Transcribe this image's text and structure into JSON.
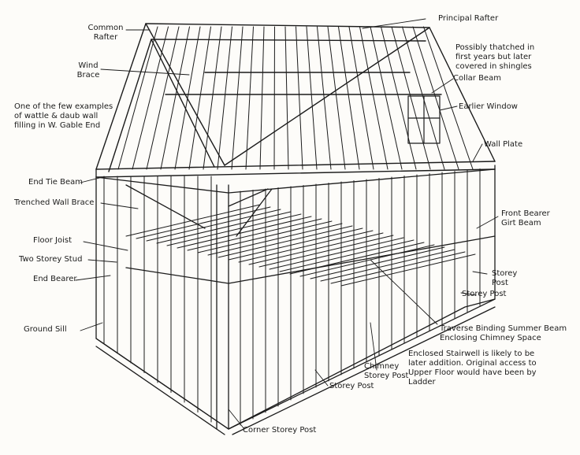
{
  "labels": {
    "principal_rafter": "Principal Rafter",
    "common_rafter": "Common\nRafter",
    "wind_brace": "Wind\nBrace",
    "thatch_note": "Possibly thatched in\nfirst years but later\ncovered in shingles",
    "collar_beam": "Collar Beam",
    "wattle_note": "One of the few examples\nof wattle & daub wall\nfilling in W. Gable End",
    "earlier_window": "Earlier Window",
    "wall_plate": "Wall Plate",
    "end_tie_beam": "End Tie Beam",
    "trenched_wall_brace": "Trenched Wall Brace",
    "front_bearer": "Front Bearer\nGirt Beam",
    "floor_joist": "Floor Joist",
    "two_storey_stud": "Two Storey Stud",
    "end_bearer": "End Bearer",
    "storey_post_right": "Storey\nPost",
    "storey_post_mid": "Storey Post",
    "ground_sill": "Ground Sill",
    "summer_beam": "Traverse Binding Summer Beam\nEnclosing Chimney Space",
    "stairwell_note": "Enclosed Stairwell is likely to be\nlater addition. Original access to\nUpper Floor would have been by\nLadder",
    "chimney_post": "Chimney\nStorey Post",
    "storey_post_bottom": "Storey Post",
    "corner_storey_post": "Corner Storey Post"
  },
  "colors": {
    "ink": "#1b1b1b",
    "paper": "#fdfcf9"
  }
}
